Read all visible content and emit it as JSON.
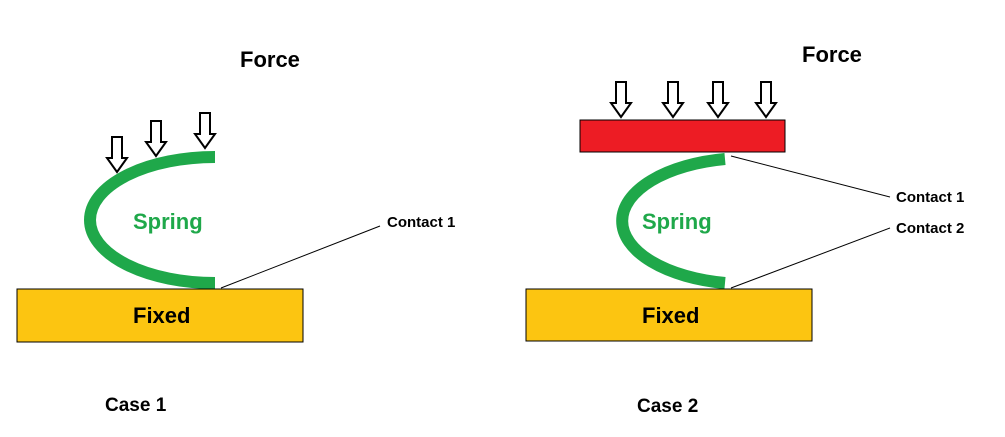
{
  "colors": {
    "spring": "#1fa84a",
    "fixed_base": "#fcc511",
    "force_plate": "#ed1c24",
    "outline": "#000000",
    "arrow_fill": "#ffffff"
  },
  "case1": {
    "force_label": "Force",
    "spring_label": "Spring",
    "fixed_label": "Fixed",
    "contact_label": "Contact 1",
    "case_label": "Case 1"
  },
  "case2": {
    "force_label": "Force",
    "spring_label": "Spring",
    "fixed_label": "Fixed",
    "contact1_label": "Contact 1",
    "contact2_label": "Contact 2",
    "case_label": "Case 2"
  }
}
